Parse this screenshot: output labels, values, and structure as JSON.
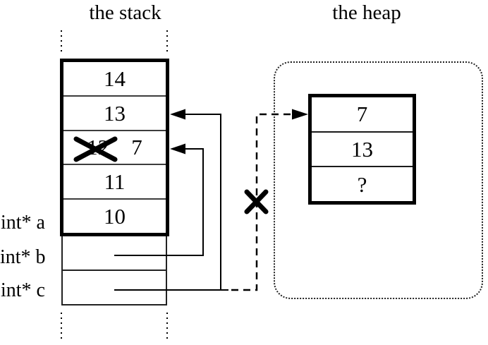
{
  "titles": {
    "stack": "the stack",
    "heap": "the heap"
  },
  "stack_frame": {
    "rows": [
      {
        "value": "14",
        "crossed_out": false
      },
      {
        "value": "13",
        "crossed_out": false
      },
      {
        "value": "12",
        "crossed_out": true,
        "new_value": "7"
      },
      {
        "value": "11",
        "crossed_out": false
      },
      {
        "value": "10",
        "crossed_out": false
      }
    ]
  },
  "pointer_vars": {
    "a": {
      "label": "int* a"
    },
    "b": {
      "label": "int* b"
    },
    "c": {
      "label": "int* c"
    }
  },
  "heap_block": {
    "rows": [
      {
        "value": "7"
      },
      {
        "value": "13"
      },
      {
        "value": "?"
      }
    ]
  },
  "colors": {
    "line": "#000000",
    "background": "#ffffff"
  }
}
